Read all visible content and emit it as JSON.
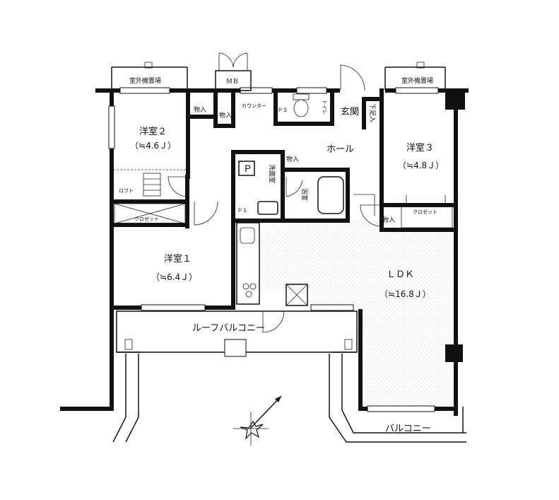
{
  "rooms": {
    "western2_name": "洋室２",
    "western2_area": "（≒4.6Ｊ）",
    "western3_name": "洋室３",
    "western3_area": "（≒4.8Ｊ）",
    "western1_name": "洋室１",
    "western1_area": "（≒6.4Ｊ）",
    "ldk_name": "ＬＤＫ",
    "ldk_area": "（≒16.8Ｊ）",
    "hall": "ホール",
    "entrance": "玄関",
    "washroom": "洗面室",
    "bath": "浴室",
    "toilet": "トイレ",
    "roof_balcony": "ルーフバルコニー",
    "balcony": "バルコニー"
  },
  "labels": {
    "outdoor_unit_left": "室外機置場",
    "outdoor_unit_right": "室外機置場",
    "mb": "ＭＢ",
    "storage_w2": "物入",
    "storage_corridor": "物入",
    "storage_w3": "物入",
    "shoe_box": "下足入",
    "counter": "カウンター",
    "ps_toilet": "ＰＳ",
    "ps_kitchen": "ＰＳ",
    "washer_p": "Ｐ",
    "linen": "物入",
    "loft": "ロフト",
    "closet_w1": "クロゼット",
    "closet_w3": "クロゼット"
  }
}
